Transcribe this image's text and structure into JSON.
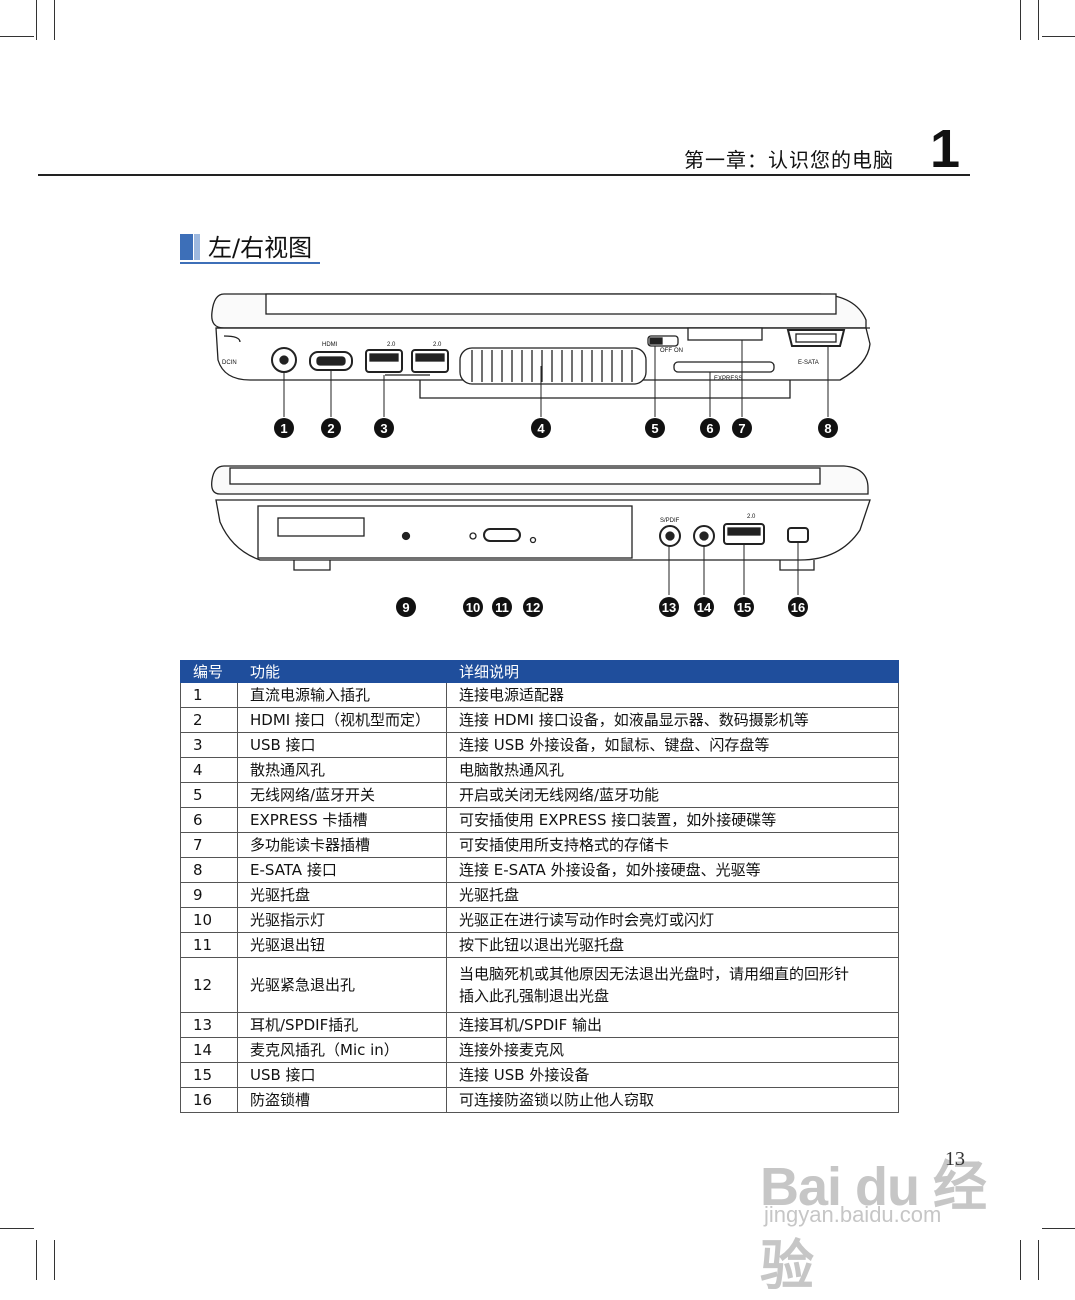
{
  "header": {
    "chapter_title": "第一章：认识您的电脑",
    "chapter_number": "1"
  },
  "section": {
    "title": "左/右视图"
  },
  "diagram": {
    "port_labels": [
      "DCIN",
      "HDMI",
      "2.0",
      "2.0",
      "E-SATA",
      "OFF",
      "ON",
      "EXPRESS",
      "S/PDIF",
      "2.0"
    ],
    "callouts_top": [
      "1",
      "2",
      "3",
      "4",
      "5",
      "6",
      "7",
      "8"
    ],
    "callouts_bottom": [
      "9",
      "10",
      "11",
      "12",
      "13",
      "14",
      "15",
      "16"
    ]
  },
  "table": {
    "headers": [
      "编号",
      "功能",
      "详细说明"
    ],
    "rows": [
      {
        "no": "1",
        "function": "直流电源输入插孔",
        "detail": "连接电源适配器"
      },
      {
        "no": "2",
        "function": "HDMI 接口（视机型而定）",
        "detail": "连接 HDMI 接口设备，如液晶显示器、数码摄影机等"
      },
      {
        "no": "3",
        "function": "USB 接口",
        "detail": "连接 USB 外接设备，如鼠标、键盘、闪存盘等"
      },
      {
        "no": "4",
        "function": "散热通风孔",
        "detail": "电脑散热通风孔"
      },
      {
        "no": "5",
        "function": "无线网络/蓝牙开关",
        "detail": "开启或关闭无线网络/蓝牙功能"
      },
      {
        "no": "6",
        "function": "EXPRESS 卡插槽",
        "detail": "可安插使用 EXPRESS 接口装置，如外接硬碟等"
      },
      {
        "no": "7",
        "function": "多功能读卡器插槽",
        "detail": "可安插使用所支持格式的存储卡"
      },
      {
        "no": "8",
        "function": "E-SATA 接口",
        "detail": "连接 E-SATA 外接设备，如外接硬盘、光驱等"
      },
      {
        "no": "9",
        "function": "光驱托盘",
        "detail": "光驱托盘"
      },
      {
        "no": "10",
        "function": "光驱指示灯",
        "detail": "光驱正在进行读写动作时会亮灯或闪灯"
      },
      {
        "no": "11",
        "function": "光驱退出钮",
        "detail": "按下此钮以退出光驱托盘"
      },
      {
        "no": "12",
        "function": "光驱紧急退出孔",
        "detail": "当电脑死机或其他原因无法退出光盘时，请用细直的回形针",
        "detail2": "插入此孔强制退出光盘"
      },
      {
        "no": "13",
        "function": "耳机/SPDIF插孔",
        "detail": "连接耳机/SPDIF 输出"
      },
      {
        "no": "14",
        "function": "麦克风插孔（Mic in）",
        "detail": "连接外接麦克风"
      },
      {
        "no": "15",
        "function": "USB 接口",
        "detail": "连接 USB 外接设备"
      },
      {
        "no": "16",
        "function": "防盗锁槽",
        "detail": "可连接防盗锁以防止他人窃取"
      }
    ]
  },
  "page_number": "13",
  "watermark": {
    "main": "Bai du 经验",
    "sub": "jingyan.baidu.com"
  }
}
